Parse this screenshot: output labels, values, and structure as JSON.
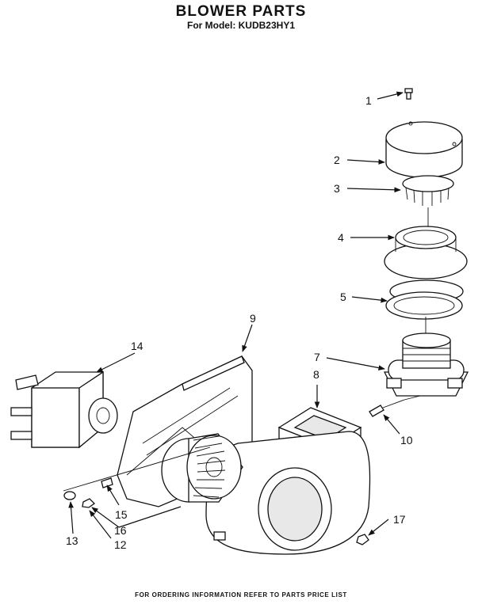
{
  "header": {
    "title": "BLOWER PARTS",
    "subtitle": "For Model: KUDB23HY1"
  },
  "footer": {
    "note": "FOR ORDERING INFORMATION REFER TO PARTS PRICE LIST"
  },
  "callouts": {
    "c1": "1",
    "c2": "2",
    "c3": "3",
    "c4": "4",
    "c5": "5",
    "c7": "7",
    "c8": "8",
    "c9": "9",
    "c10": "10",
    "c12": "12",
    "c13": "13",
    "c14": "14",
    "c15": "15",
    "c16": "16",
    "c17": "17"
  }
}
